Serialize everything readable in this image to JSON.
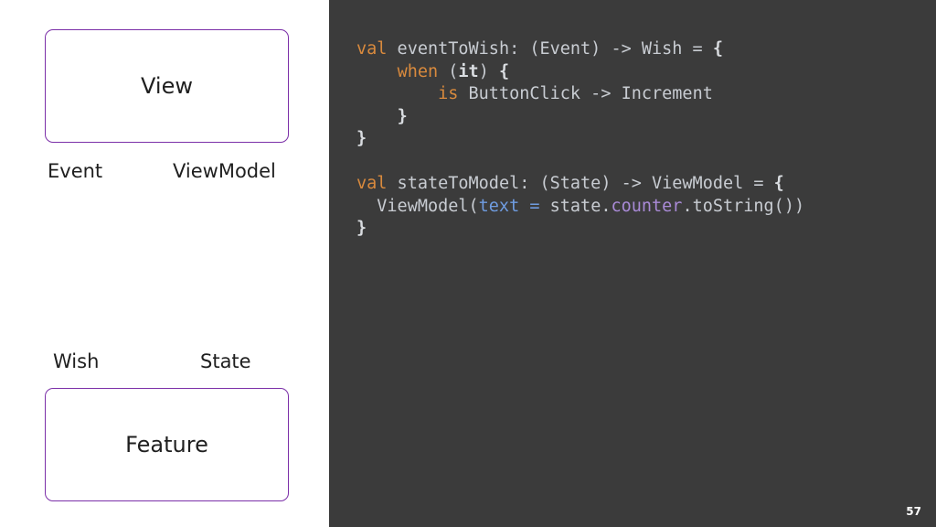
{
  "diagram": {
    "view_box": "View",
    "feature_box": "Feature",
    "event_label": "Event",
    "viewmodel_label": "ViewModel",
    "wish_label": "Wish",
    "state_label": "State"
  },
  "code": {
    "lines": [
      "val eventToWish: (Event) -> Wish = {",
      "    when (it) {",
      "        is ButtonClick -> Increment",
      "    }",
      "}",
      "",
      "val stateToModel: (State) -> ViewModel = {",
      "  ViewModel(text = state.counter.toString())",
      "}"
    ]
  },
  "slide": {
    "page_number": "57"
  },
  "colors": {
    "box_border": "#7b2fa8",
    "code_background": "#3b3b3b",
    "keyword": "#d98a3d",
    "parameter": "#6f9ce0",
    "property": "#a98ad6"
  }
}
